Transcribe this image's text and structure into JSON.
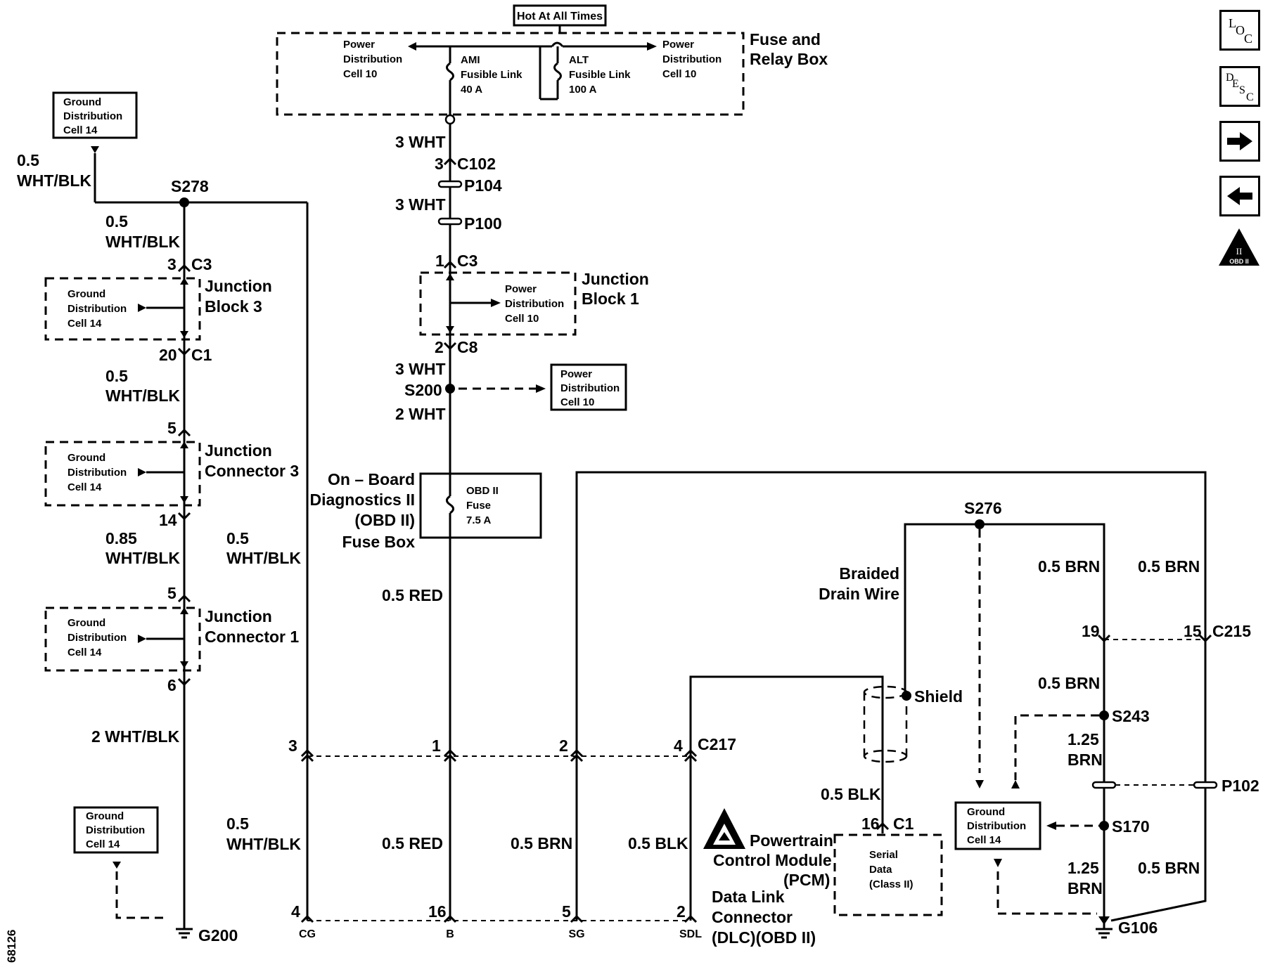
{
  "figure_id": "68126",
  "header": {
    "hot_label": "Hot At All Times"
  },
  "fuse_relay_box": {
    "title_l1": "Fuse and",
    "title_l2": "Relay Box",
    "pd_left": [
      "Power",
      "Distribution",
      "Cell 10"
    ],
    "ami_link": [
      "AMI",
      "Fusible Link",
      "40 A"
    ],
    "alt_link": [
      "ALT",
      "Fusible Link",
      "100 A"
    ],
    "pd_right": [
      "Power",
      "Distribution",
      "Cell 10"
    ]
  },
  "center_column": {
    "w1": "3 WHT",
    "c102_pin": "3",
    "c102": "C102",
    "p104": "P104",
    "w2": "3 WHT",
    "p100": "P100",
    "c3_pin": "1",
    "c3": "C3",
    "jb1_title": [
      "Junction",
      "Block 1"
    ],
    "jb1_inner": [
      "Power",
      "Distribution",
      "Cell 10"
    ],
    "c8_pin": "2",
    "c8": "C8",
    "w3": "3 WHT",
    "s200": "S200",
    "pd_ref": [
      "Power",
      "Distribution",
      "Cell 10"
    ],
    "w4": "2 WHT",
    "obd_box_title": [
      "On – Board",
      "Diagnostics II",
      "(OBD II)",
      "Fuse Box"
    ],
    "obd_fuse": [
      "OBD II",
      "Fuse",
      "7.5 A"
    ],
    "w5": "0.5 RED",
    "w6": "0.5 RED"
  },
  "left_column": {
    "gd_top": [
      "Ground",
      "Distribution",
      "Cell 14"
    ],
    "w_top": [
      "0.5",
      "WHT/BLK"
    ],
    "s278": "S278",
    "w1": [
      "0.5",
      "WHT/BLK"
    ],
    "c3_pin": "3",
    "c3": "C3",
    "jb3_title": [
      "Junction",
      "Block 3"
    ],
    "jb3_inner": [
      "Ground",
      "Distribution",
      "Cell 14"
    ],
    "c1_pin": "20",
    "c1": "C1",
    "w2": [
      "0.5",
      "WHT/BLK"
    ],
    "jc3_top_pin": "5",
    "jc3_title": [
      "Junction",
      "Connector 3"
    ],
    "jc3_inner": [
      "Ground",
      "Distribution",
      "Cell 14"
    ],
    "jc3_bot_pin": "14",
    "w3": [
      "0.85",
      "WHT/BLK"
    ],
    "w3b": [
      "0.5",
      "WHT/BLK"
    ],
    "jc1_top_pin": "5",
    "jc1_title": [
      "Junction",
      "Connector 1"
    ],
    "jc1_inner": [
      "Ground",
      "Distribution",
      "Cell 14"
    ],
    "jc1_bot_pin": "6",
    "w4": "2 WHT/BLK",
    "w5": [
      "0.5",
      "WHT/BLK"
    ],
    "gd_bot": [
      "Ground",
      "Distribution",
      "Cell 14"
    ],
    "g200": "G200"
  },
  "c217": {
    "name": "C217",
    "pins": [
      "3",
      "1",
      "2",
      "4"
    ]
  },
  "dlc": {
    "pins": [
      "4",
      "16",
      "5",
      "2"
    ],
    "labels": [
      "CG",
      "B",
      "SG",
      "SDL"
    ],
    "title": [
      "Data Link",
      "Connector",
      "(DLC)(OBD II)"
    ],
    "w_sg": "0.5 BRN",
    "w_sdl": "0.5 BLK"
  },
  "right_side": {
    "s276": "S276",
    "braided": [
      "Braided",
      "Drain Wire"
    ],
    "shield": "Shield",
    "w_blk": "0.5 BLK",
    "c1_pin": "16",
    "c1": "C1",
    "pcm_title": [
      "Powertrain",
      "Control Module",
      "(PCM)"
    ],
    "serial": [
      "Serial",
      "Data",
      "(Class II)"
    ],
    "w_brn_a": "0.5 BRN",
    "w_brn_b": "0.5 BRN",
    "c215_pin_a": "19",
    "c215_pin_b": "15",
    "c215": "C215",
    "w_brn_c": "0.5 BRN",
    "s243": "S243",
    "w_brn_d": [
      "1.25",
      "BRN"
    ],
    "p102": "P102",
    "gd": [
      "Ground",
      "Distribution",
      "Cell 14"
    ],
    "s170": "S170",
    "w_brn_e": [
      "1.25",
      "BRN"
    ],
    "w_brn_f": "0.5 BRN",
    "g106": "G106"
  },
  "nav": {
    "loc": [
      "L",
      "O",
      "C"
    ],
    "desc": [
      "D",
      "E",
      "S",
      "C"
    ],
    "next_icon": "arrow-right-icon",
    "prev_icon": "arrow-left-icon",
    "obd_badge": [
      "II",
      "OBD II"
    ]
  }
}
